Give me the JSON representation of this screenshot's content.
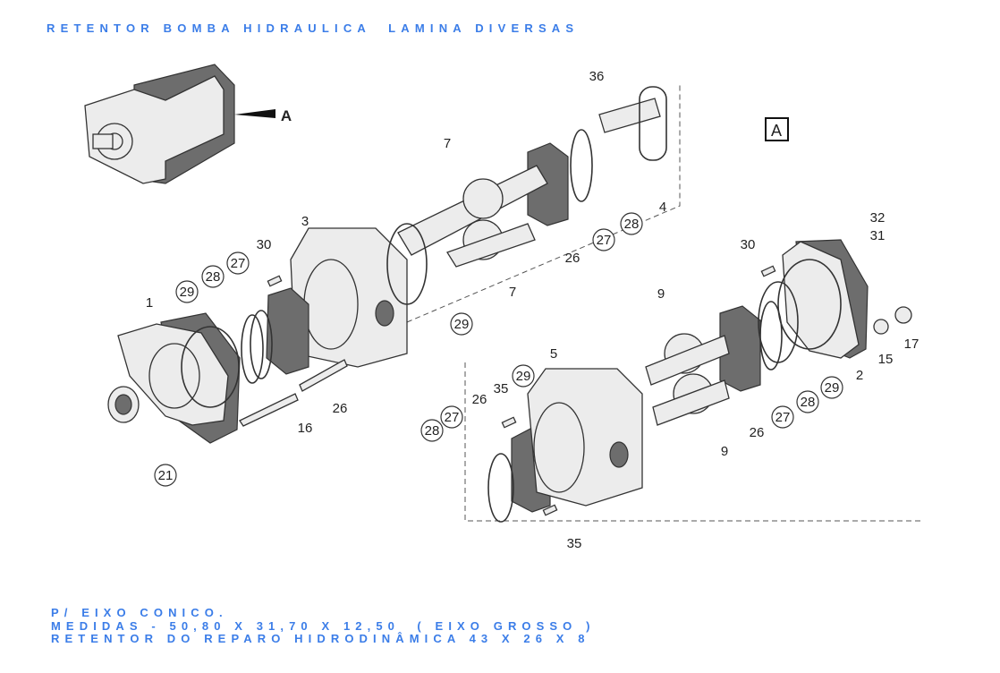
{
  "title": "RETENTOR BOMBA HIDRAULICA  LAMINA DIVERSAS",
  "description": [
    "P/ EIXO CONICO.",
    "MEDIDAS - 50,80 X 31,70 X 12,50  ( EIXO GROSSO )",
    "RETENTOR DO REPARO HIDRODINÂMICA 43 X 26 X 8"
  ],
  "diagram": {
    "view_label": "A",
    "detail_label": "A",
    "parts": [
      {
        "n": "36",
        "circled": false
      },
      {
        "n": "7",
        "circled": false
      },
      {
        "n": "4",
        "circled": false
      },
      {
        "n": "28",
        "circled": true
      },
      {
        "n": "27",
        "circled": true
      },
      {
        "n": "26",
        "circled": false
      },
      {
        "n": "3",
        "circled": false
      },
      {
        "n": "30",
        "circled": false
      },
      {
        "n": "27",
        "circled": true
      },
      {
        "n": "28",
        "circled": true
      },
      {
        "n": "29",
        "circled": true
      },
      {
        "n": "1",
        "circled": false
      },
      {
        "n": "7",
        "circled": false
      },
      {
        "n": "29",
        "circled": true
      },
      {
        "n": "26",
        "circled": false
      },
      {
        "n": "16",
        "circled": false
      },
      {
        "n": "21",
        "circled": true
      },
      {
        "n": "32",
        "circled": false
      },
      {
        "n": "31",
        "circled": false
      },
      {
        "n": "30",
        "circled": false
      },
      {
        "n": "9",
        "circled": false
      },
      {
        "n": "5",
        "circled": false
      },
      {
        "n": "29",
        "circled": true
      },
      {
        "n": "35",
        "circled": false
      },
      {
        "n": "26",
        "circled": false
      },
      {
        "n": "27",
        "circled": true
      },
      {
        "n": "28",
        "circled": true
      },
      {
        "n": "15",
        "circled": false
      },
      {
        "n": "17",
        "circled": false
      },
      {
        "n": "2",
        "circled": false
      },
      {
        "n": "29",
        "circled": true
      },
      {
        "n": "28",
        "circled": true
      },
      {
        "n": "27",
        "circled": true
      },
      {
        "n": "26",
        "circled": false
      },
      {
        "n": "9",
        "circled": false
      },
      {
        "n": "35",
        "circled": false
      }
    ]
  }
}
